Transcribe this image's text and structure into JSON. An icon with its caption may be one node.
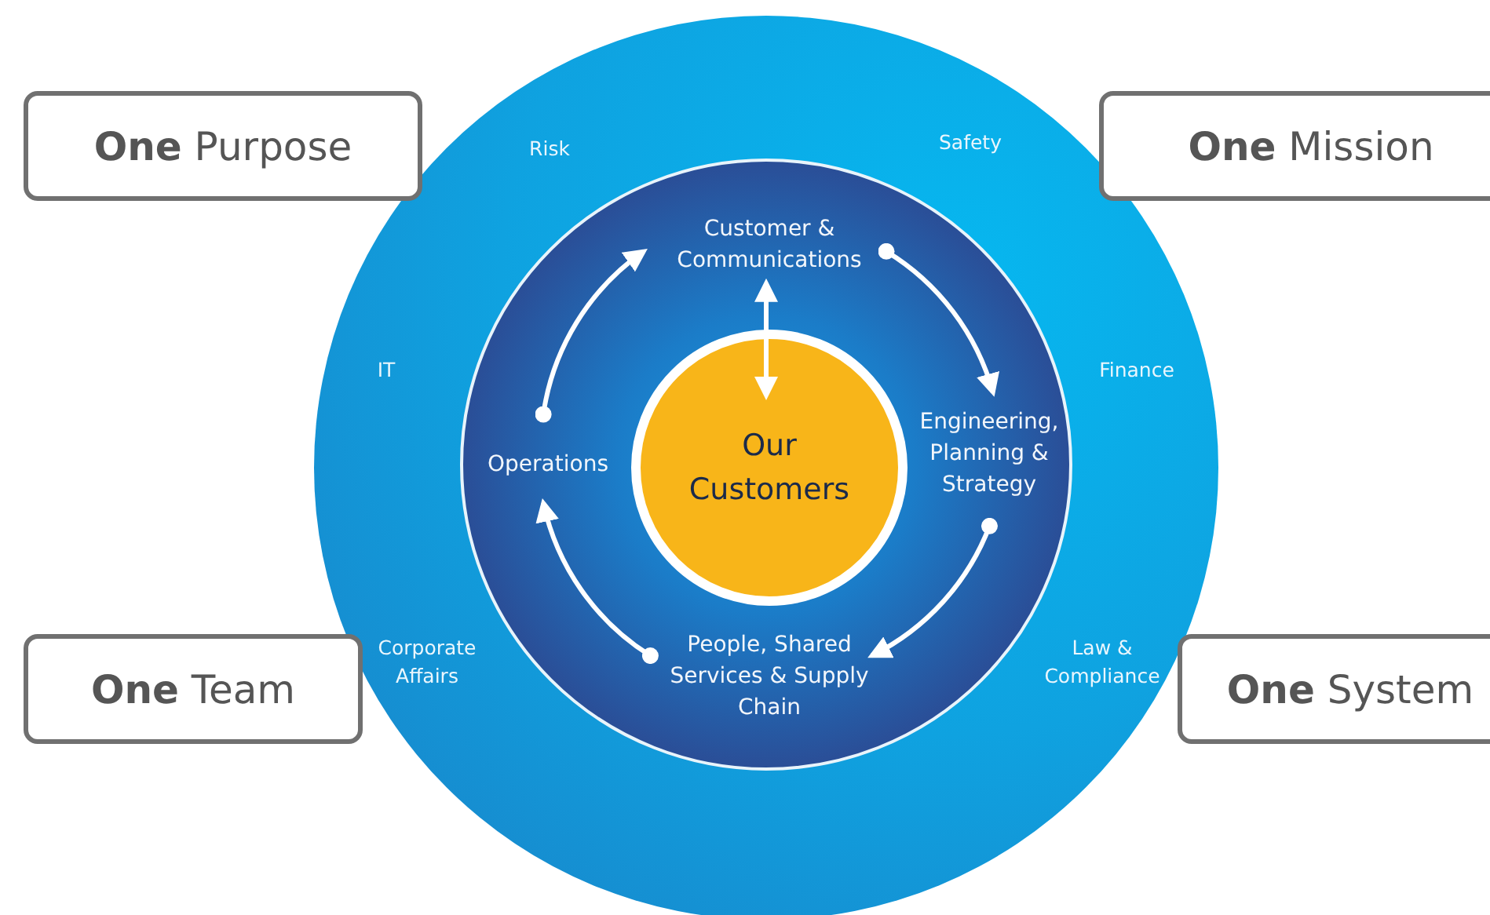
{
  "diagram": {
    "nodes": [
      {
        "text": [
          "Risk",
          "Safety",
          "IT",
          "Finance",
          "Corporate Affairs",
          "Law & Compliance"
        ]
      },
      {
        "text": [],
        "shape": "circle",
        "in": 0
      },
      {
        "text": [
          "Customer & Communications"
        ],
        "in": 1
      },
      {
        "text": [
          "Engineering, Planning & Strategy"
        ],
        "in": 1
      },
      {
        "text": [
          "People, Shared Services & Supply Chain"
        ],
        "in": 1
      },
      {
        "text": [
          "Operations"
        ],
        "in": 1
      },
      {
        "text": [
          "Our Customers"
        ],
        "in": 1
      },
      {
        "text": [
          "**One** Purpose"
        ]
      },
      {
        "text": [
          "**One** Mission"
        ]
      },
      {
        "text": [
          "**One** Team"
        ]
      },
      {
        "text": [
          "**One** System"
        ]
      }
    ],
    "edges": [
      {
        "from": 2,
        "to": 3,
        "arrow": "to"
      },
      {
        "from": 3,
        "to": 4,
        "arrow": "to"
      },
      {
        "from": 4,
        "to": 5,
        "arrow": "to"
      },
      {
        "from": 5,
        "to": 2,
        "arrow": "to"
      },
      {
        "from": 2,
        "to": 6,
        "arrow": "both"
      }
    ]
  }
}
